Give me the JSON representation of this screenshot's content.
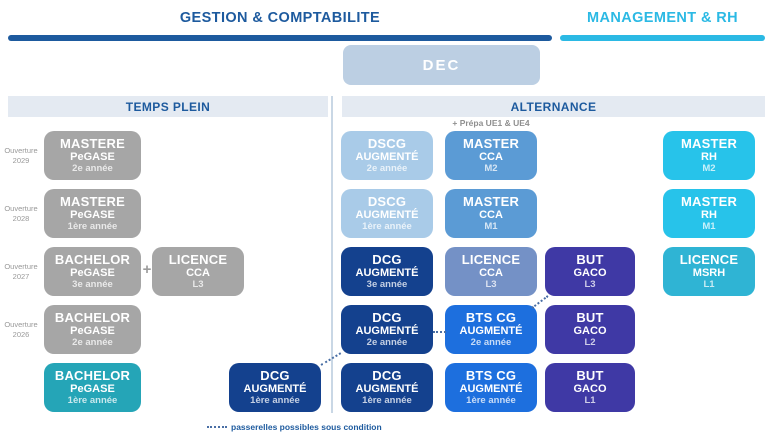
{
  "colors": {
    "navy-title": "#1d5a9e",
    "cyan-title": "#2bb9e4",
    "band-bg": "#e4eaf2",
    "band-text": "#1d5a9e",
    "dec-bg": "#bccfe3",
    "gray-box": "#a6a6a6",
    "teal-box": "#25a5b7",
    "lightblue-box": "#a9cbe8",
    "medblue-box": "#5b9bd5",
    "slate-box": "#7491c6",
    "navy-box": "#14418e",
    "brightblue-box": "#1d6fde",
    "indigo-box": "#3f39a5",
    "cyan-box": "#27c3ea",
    "msrh-box": "#2fb4d4",
    "note-gray": "#8f8f8f",
    "dot": "#4a6fa5",
    "divider": "#c9d7e5"
  },
  "header": {
    "left_title": "GESTION & COMPTABILITE",
    "right_title": "MANAGEMENT & RH"
  },
  "dec_label": "DEC",
  "bands": {
    "left": "TEMPS PLEIN",
    "right": "ALTERNANCE"
  },
  "prepa_note": "+ Prépa UE1 & UE4",
  "plus_sign": "+",
  "openings": {
    "o2029": {
      "label": "Ouverture",
      "year": "2029"
    },
    "o2028": {
      "label": "Ouverture",
      "year": "2028"
    },
    "o2027": {
      "label": "Ouverture",
      "year": "2027"
    },
    "o2026": {
      "label": "Ouverture",
      "year": "2026"
    }
  },
  "programs": {
    "tp_mastere_2": {
      "lines": [
        "MASTERE",
        "PeGASE",
        "2e année"
      ]
    },
    "tp_mastere_1": {
      "lines": [
        "MASTERE",
        "PeGASE",
        "1ère année"
      ]
    },
    "tp_bachelor_3": {
      "lines": [
        "BACHELOR",
        "PeGASE",
        "3e année"
      ]
    },
    "tp_licence_cca": {
      "lines": [
        "LICENCE",
        "CCA",
        "L3"
      ]
    },
    "tp_bachelor_2": {
      "lines": [
        "BACHELOR",
        "PeGASE",
        "2e année"
      ]
    },
    "tp_bachelor_1": {
      "lines": [
        "BACHELOR",
        "PeGASE",
        "1ère année"
      ]
    },
    "tp_dcg_1": {
      "lines": [
        "DCG",
        "AUGMENTÉ",
        "1ère année"
      ]
    },
    "alt_dscg_2": {
      "lines": [
        "DSCG",
        "AUGMENTÉ",
        "2e année"
      ]
    },
    "alt_dscg_1": {
      "lines": [
        "DSCG",
        "AUGMENTÉ",
        "1ère année"
      ]
    },
    "alt_dcg_3": {
      "lines": [
        "DCG",
        "AUGMENTÉ",
        "3e année"
      ]
    },
    "alt_dcg_2": {
      "lines": [
        "DCG",
        "AUGMENTÉ",
        "2e année"
      ]
    },
    "alt_dcg_1": {
      "lines": [
        "DCG",
        "AUGMENTÉ",
        "1ère année"
      ]
    },
    "alt_master_cca_m2": {
      "lines": [
        "MASTER",
        "CCA",
        "M2"
      ]
    },
    "alt_master_cca_m1": {
      "lines": [
        "MASTER",
        "CCA",
        "M1"
      ]
    },
    "alt_licence_cca": {
      "lines": [
        "LICENCE",
        "CCA",
        "L3"
      ]
    },
    "alt_bts_2": {
      "lines": [
        "BTS CG",
        "AUGMENTÉ",
        "2e année"
      ]
    },
    "alt_bts_1": {
      "lines": [
        "BTS CG",
        "AUGMENTÉ",
        "1ère année"
      ]
    },
    "but_l3": {
      "lines": [
        "BUT",
        "GACO",
        "L3"
      ]
    },
    "but_l2": {
      "lines": [
        "BUT",
        "GACO",
        "L2"
      ]
    },
    "but_l1": {
      "lines": [
        "BUT",
        "GACO",
        "L1"
      ]
    },
    "master_rh_m2": {
      "lines": [
        "MASTER",
        "RH",
        "M2"
      ]
    },
    "master_rh_m1": {
      "lines": [
        "MASTER",
        "RH",
        "M1"
      ]
    },
    "licence_msrh": {
      "lines": [
        "LICENCE",
        "MSRH",
        "L1"
      ]
    }
  },
  "legend": {
    "text": "passerelles possibles sous condition"
  }
}
